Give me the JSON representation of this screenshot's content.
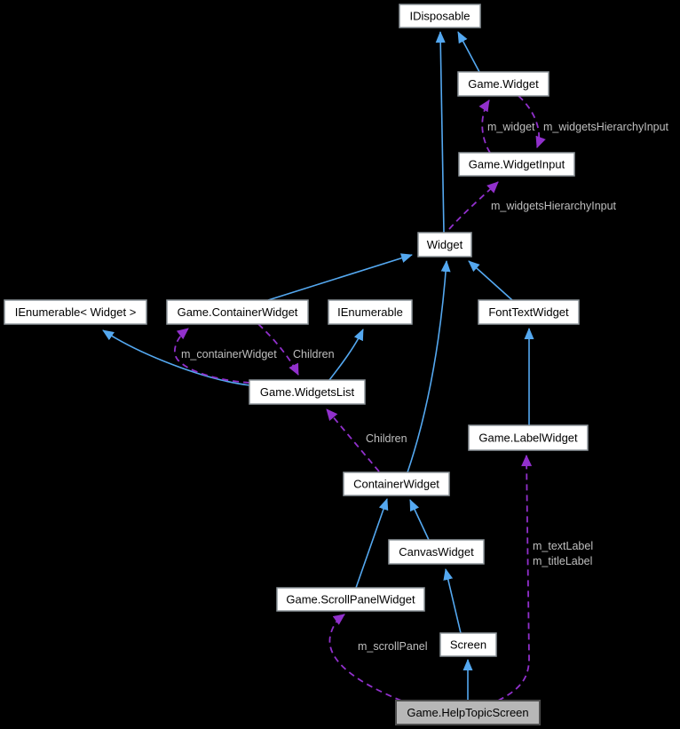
{
  "diagram": {
    "title": "Game.HelpTopicScreen collaboration diagram",
    "background": "#000000",
    "colors": {
      "background": "#000000",
      "inheritance_edge": "#54a8f0",
      "usage_edge": "#9130cc",
      "node_fill": "#ffffff",
      "node_border": "#8e959b",
      "node_text": "#000000",
      "highlight_fill": "#b7b7b7",
      "highlight_border": "#4e4e4e",
      "edge_label_color": "#bfbfbf"
    },
    "nodes": [
      {
        "label": "IDisposable",
        "highlight": false
      },
      {
        "label": "Game.Widget",
        "highlight": false
      },
      {
        "label": "Game.WidgetInput",
        "highlight": false
      },
      {
        "label": "Widget",
        "highlight": false
      },
      {
        "label": "IEnumerable< Widget >",
        "highlight": false
      },
      {
        "label": "Game.ContainerWidget",
        "highlight": false
      },
      {
        "label": "IEnumerable",
        "highlight": false
      },
      {
        "label": "FontTextWidget",
        "highlight": false
      },
      {
        "label": "Game.WidgetsList",
        "highlight": false
      },
      {
        "label": "Game.LabelWidget",
        "highlight": false
      },
      {
        "label": "ContainerWidget",
        "highlight": false
      },
      {
        "label": "CanvasWidget",
        "highlight": false
      },
      {
        "label": "Game.ScrollPanelWidget",
        "highlight": false
      },
      {
        "label": "Screen",
        "highlight": false
      },
      {
        "label": "Game.HelpTopicScreen",
        "highlight": true
      }
    ],
    "relations": [
      {
        "from": "Widget",
        "to": "IDisposable",
        "type": "inheritance"
      },
      {
        "from": "Game.Widget",
        "to": "IDisposable",
        "type": "inheritance"
      },
      {
        "from": "Game.ContainerWidget",
        "to": "Widget",
        "type": "inheritance"
      },
      {
        "from": "FontTextWidget",
        "to": "Widget",
        "type": "inheritance"
      },
      {
        "from": "ContainerWidget",
        "to": "Widget",
        "type": "inheritance"
      },
      {
        "from": "Game.WidgetsList",
        "to": "IEnumerable< Widget >",
        "type": "inheritance"
      },
      {
        "from": "Game.WidgetsList",
        "to": "IEnumerable",
        "type": "inheritance"
      },
      {
        "from": "Game.LabelWidget",
        "to": "FontTextWidget",
        "type": "inheritance"
      },
      {
        "from": "Game.ScrollPanelWidget",
        "to": "ContainerWidget",
        "type": "inheritance"
      },
      {
        "from": "CanvasWidget",
        "to": "ContainerWidget",
        "type": "inheritance"
      },
      {
        "from": "Screen",
        "to": "CanvasWidget",
        "type": "inheritance"
      },
      {
        "from": "Game.HelpTopicScreen",
        "to": "Screen",
        "type": "inheritance"
      },
      {
        "from": "Game.WidgetInput",
        "to": "Game.Widget",
        "type": "usage",
        "label": "m_widget"
      },
      {
        "from": "Game.Widget",
        "to": "Game.WidgetInput",
        "type": "usage",
        "label": "m_widgetsHierarchyInput"
      },
      {
        "from": "Widget",
        "to": "Game.WidgetInput",
        "type": "usage",
        "label": "m_widgetsHierarchyInput"
      },
      {
        "from": "Game.WidgetsList",
        "to": "Game.ContainerWidget",
        "type": "usage",
        "label": "m_containerWidget"
      },
      {
        "from": "Game.ContainerWidget",
        "to": "Game.WidgetsList",
        "type": "usage",
        "label": "Children"
      },
      {
        "from": "ContainerWidget",
        "to": "Game.WidgetsList",
        "type": "usage",
        "label": "Children"
      },
      {
        "from": "Game.HelpTopicScreen",
        "to": "Game.ScrollPanelWidget",
        "type": "usage",
        "label": "m_scrollPanel"
      },
      {
        "from": "Game.HelpTopicScreen",
        "to": "Game.LabelWidget",
        "type": "usage",
        "label": "m_textLabel",
        "label2": "m_titleLabel"
      }
    ]
  }
}
